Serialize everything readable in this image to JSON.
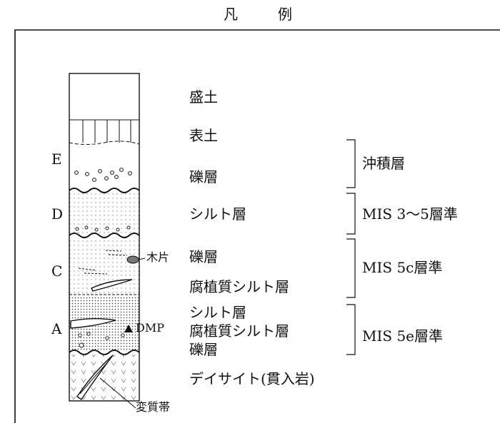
{
  "title": "凡　例",
  "unit_labels": [
    "E",
    "D",
    "C",
    "A"
  ],
  "layer_labels": {
    "fill": "盛土",
    "topsoil": "表土",
    "gravel_e": "礫層",
    "silt_d": "シルト層",
    "gravel_c": "礫層",
    "humic_silt_c": "腐植質シルト層",
    "silt_a": "シルト層",
    "humic_silt_a": "腐植質シルト層",
    "gravel_a": "礫層",
    "dacite": "デイサイト(貫入岩)"
  },
  "annotations": {
    "wood_piece": "木片",
    "dmp": "DMP",
    "alteration_zone": "変質帯"
  },
  "groups": {
    "alluvium": "沖積層",
    "mis_3_5": "MIS 3〜5層準",
    "mis_5c": "MIS 5c層準",
    "mis_5e": "MIS 5e層準"
  }
}
